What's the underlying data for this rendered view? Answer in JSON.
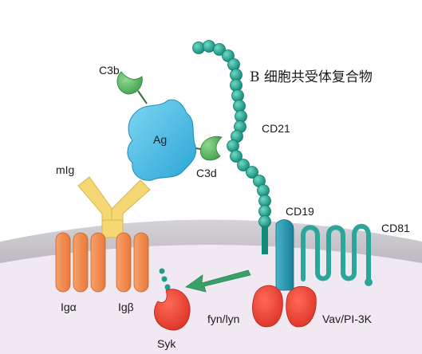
{
  "title": "B 细胞共受体复合物",
  "labels": {
    "c3b": "C3b",
    "ag": "Ag",
    "c3d": "C3d",
    "cd21": "CD21",
    "mig": "mIg",
    "cd19": "CD19",
    "cd81": "CD81",
    "ig_alpha": "Igα",
    "ig_beta": "Igβ",
    "syk": "Syk",
    "fyn_lyn": "fyn/lyn",
    "vav_pi3k": "Vav/PI-3K"
  },
  "colors": {
    "membrane": "#c7c4c9",
    "cytoplasm": "#f1e9f1",
    "complement": "#5fb86a",
    "antigen": "#3fb8e0",
    "cd21_beads": "#1aa08d",
    "cd19": "#1e8fa8",
    "cd81": "#2aa79a",
    "mig": "#f5d774",
    "ig_alpha_beta": "#f08a4b",
    "kinase": "#ee3b2f",
    "arrow": "#3aa06a"
  }
}
